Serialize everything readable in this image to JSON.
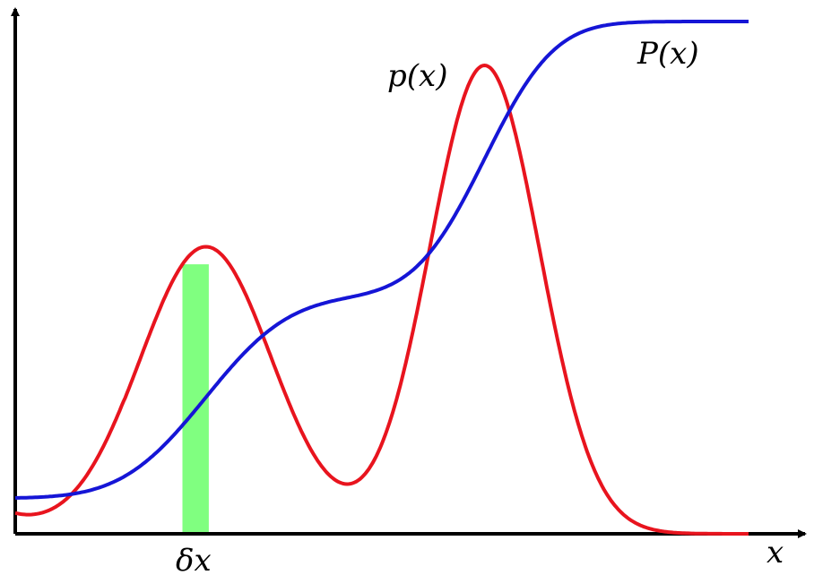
{
  "labels": {
    "density": "p(x)",
    "cumulative": "P(x)",
    "x_axis": "x",
    "strip": "δx"
  },
  "colors": {
    "density": "#e8141e",
    "cumulative": "#1515d6",
    "strip": "#80ff80",
    "axes": "#000000"
  },
  "curves": {
    "x_range": [
      0,
      10
    ],
    "density_components": [
      {
        "weight": 0.95,
        "mean": 2.6,
        "sd": 0.9
      },
      {
        "weight": 1.55,
        "mean": 6.4,
        "sd": 0.75
      }
    ],
    "density_offset": 0.06,
    "density_peak": 1.0,
    "cdf_start": 0.07,
    "cdf_end": 1.0,
    "strip_range": [
      2.28,
      2.64
    ]
  }
}
